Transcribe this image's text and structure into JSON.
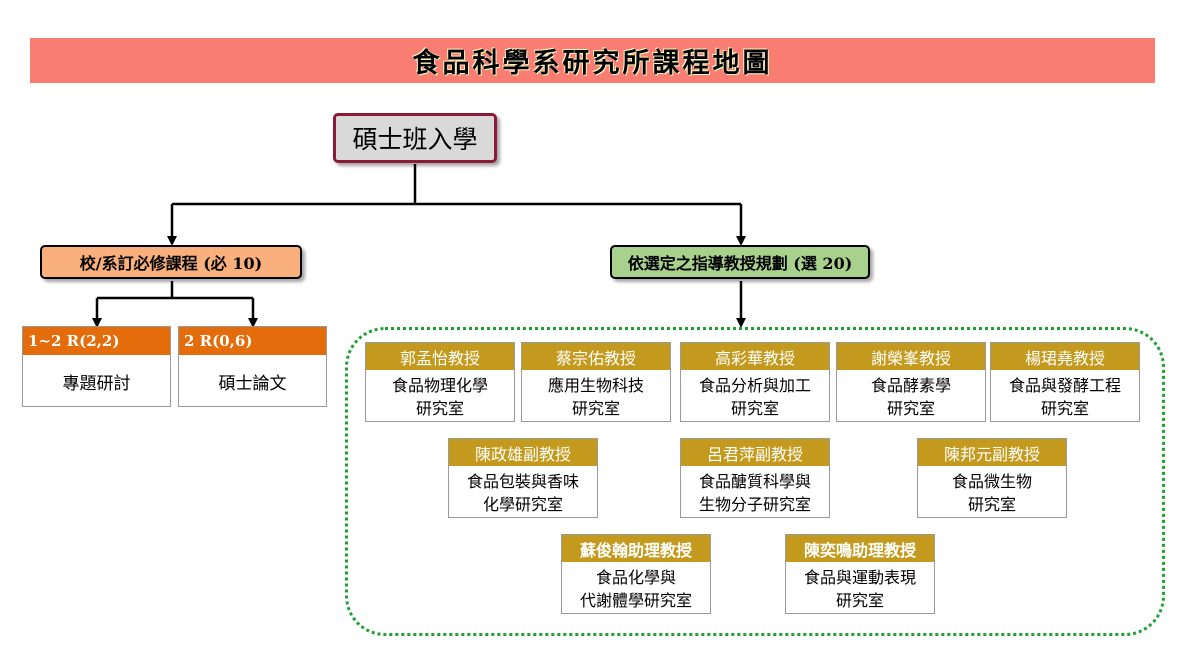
{
  "title": "食品科學系研究所課程地圖",
  "root": "碩士班入學",
  "branches": {
    "required": "校/系訂必修課程 (必 10)",
    "elective": "依選定之指導教授規劃 (選 20)"
  },
  "courses": [
    {
      "header": "1~2 R(2,2)",
      "name": "專題研討"
    },
    {
      "header": "2 R(0,6)",
      "name": "碩士論文"
    }
  ],
  "labs": [
    {
      "professor": "郭孟怡教授",
      "lab_line1": "食品物理化學",
      "lab_line2": "研究室"
    },
    {
      "professor": "蔡宗佑教授",
      "lab_line1": "應用生物科技",
      "lab_line2": "研究室"
    },
    {
      "professor": "高彩華教授",
      "lab_line1": "食品分析與加工",
      "lab_line2": "研究室"
    },
    {
      "professor": "謝榮峯教授",
      "lab_line1": "食品酵素學",
      "lab_line2": "研究室"
    },
    {
      "professor": "楊珺堯教授",
      "lab_line1": "食品與發酵工程",
      "lab_line2": "研究室"
    },
    {
      "professor": "陳政雄副教授",
      "lab_line1": "食品包裝與香味",
      "lab_line2": "化學研究室"
    },
    {
      "professor": "呂君萍副教授",
      "lab_line1": "食品醣質科學與",
      "lab_line2": "生物分子研究室"
    },
    {
      "professor": "陳邦元副教授",
      "lab_line1": "食品微生物",
      "lab_line2": "研究室"
    },
    {
      "professor": "蘇俊翰助理教授",
      "lab_line1": "食品化學與",
      "lab_line2": "代謝體學研究室"
    },
    {
      "professor": "陳奕鳴助理教授",
      "lab_line1": "食品與運動表現",
      "lab_line2": "研究室"
    }
  ],
  "colors": {
    "title_bar": "#f97d72",
    "root_fill": "#d9d9d9",
    "root_border": "#8b1a3a",
    "required_branch": "#f9b07c",
    "elective_branch": "#a9d18e",
    "course_header": "#e46c0a",
    "lab_header": "#c49a1e",
    "lab_region_border": "#1fa032"
  }
}
